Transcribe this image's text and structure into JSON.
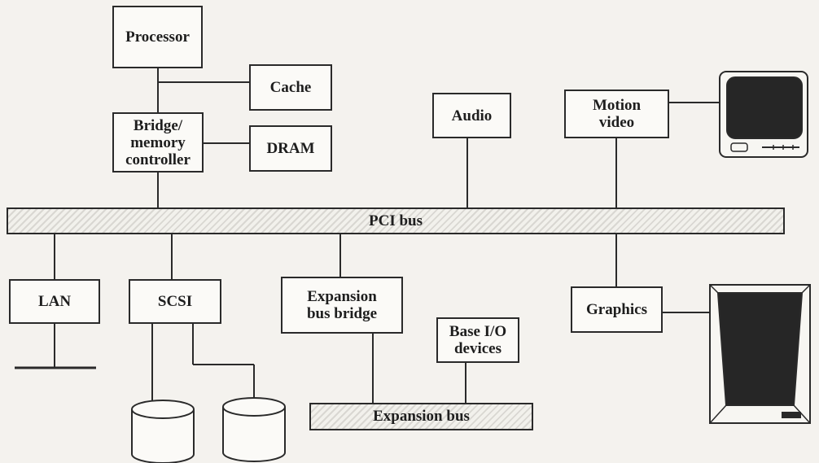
{
  "diagram": {
    "nodes": {
      "processor": "Processor",
      "cache": "Cache",
      "bridge": "Bridge/\nmemory\ncontroller",
      "dram": "DRAM",
      "audio": "Audio",
      "motion_video": "Motion\nvideo",
      "lan": "LAN",
      "scsi": "SCSI",
      "expansion_bridge": "Expansion\nbus bridge",
      "base_io": "Base I/O\ndevices",
      "graphics": "Graphics"
    },
    "buses": {
      "pci": "PCI bus",
      "expansion": "Expansion bus"
    }
  }
}
